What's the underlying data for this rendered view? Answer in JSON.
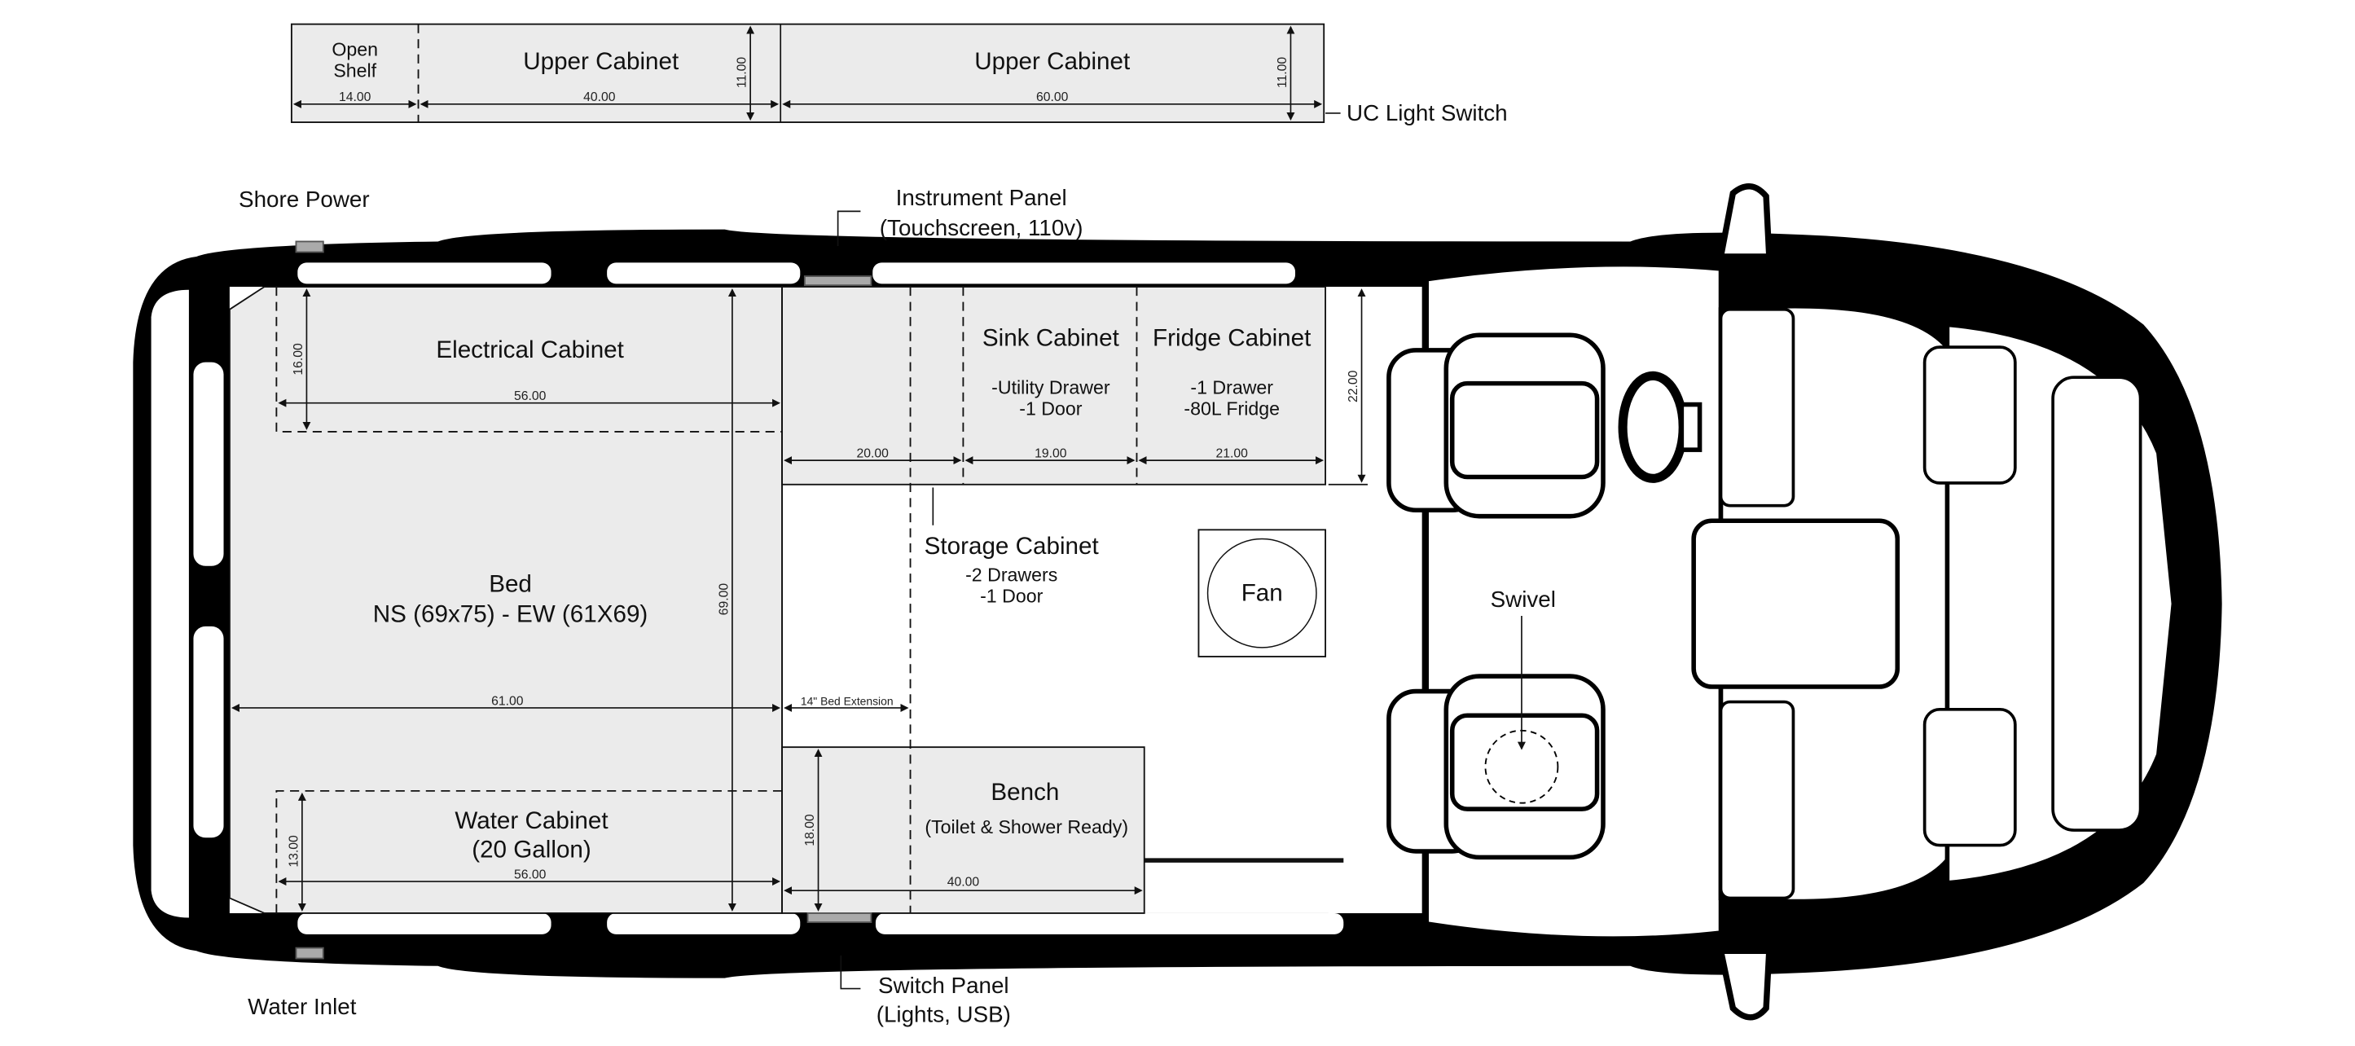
{
  "upper_cabinets": {
    "open_shelf": [
      "Open",
      "Shelf"
    ],
    "upper_cabinet_1": "Upper Cabinet",
    "upper_cabinet_2": "Upper Cabinet",
    "dims": {
      "open_shelf_w": "14.00",
      "uc1_w": "40.00",
      "uc2_w": "60.00",
      "uc1_h": "11.00",
      "uc2_h": "11.00"
    },
    "light_switch": "UC Light Switch"
  },
  "callouts": {
    "shore_power": "Shore Power",
    "instrument_panel": [
      "Instrument Panel",
      "(Touchscreen, 110v)"
    ],
    "water_inlet": "Water Inlet",
    "switch_panel": [
      "Switch Panel",
      "(Lights, USB)"
    ],
    "swivel": "Swivel",
    "fan": "Fan"
  },
  "cabinets": {
    "electrical": {
      "title": "Electrical Cabinet",
      "w": "56.00",
      "h": "16.00"
    },
    "bed": {
      "title": "Bed",
      "sub": "NS (69x75) - EW (61X69)",
      "w": "61.00",
      "h": "69.00",
      "extension": "14\" Bed Extension"
    },
    "water": {
      "title": "Water Cabinet",
      "sub": "(20 Gallon)",
      "w": "56.00",
      "h": "13.00"
    },
    "storage": {
      "title": "Storage Cabinet",
      "lines": [
        "-2 Drawers",
        "-1 Door"
      ],
      "w": "20.00"
    },
    "sink": {
      "title": "Sink Cabinet",
      "lines": [
        "-Utility Drawer",
        "-1 Door"
      ],
      "w": "19.00"
    },
    "fridge": {
      "title": "Fridge Cabinet",
      "lines": [
        "-1 Drawer",
        "-80L Fridge"
      ],
      "w": "21.00",
      "depth": "22.00"
    },
    "bench": {
      "title": "Bench",
      "sub": "(Toilet & Shower Ready)",
      "w": "40.00",
      "h": "18.00"
    }
  }
}
